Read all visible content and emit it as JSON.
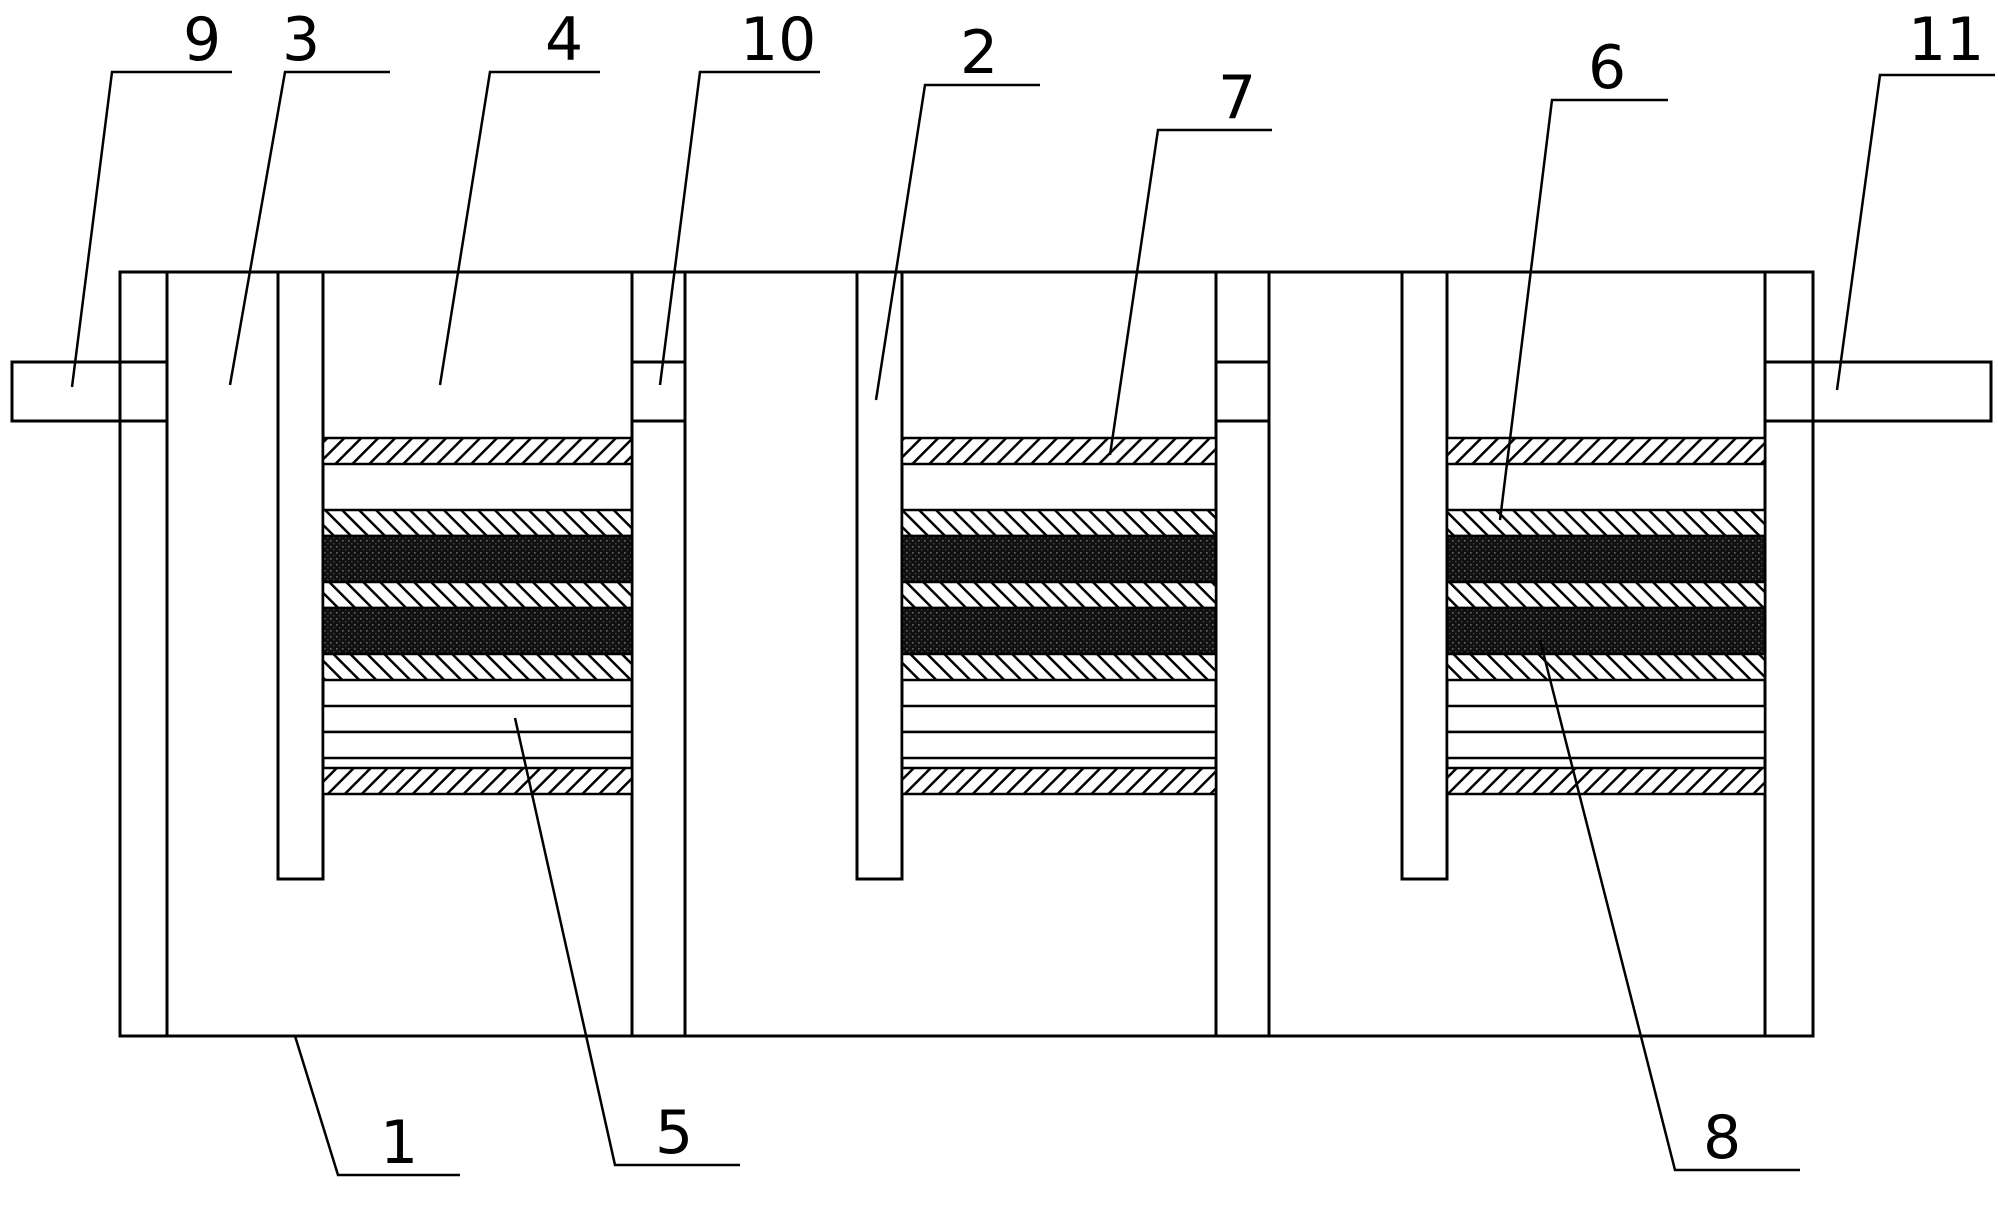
{
  "labels": {
    "l1": "1",
    "l2": "2",
    "l3": "3",
    "l4": "4",
    "l5": "5",
    "l6": "6",
    "l7": "7",
    "l8": "8",
    "l9": "9",
    "l10": "10",
    "l11": "11"
  },
  "colors": {
    "line": "#000000",
    "background": "#ffffff",
    "dense_layer": "#111111"
  }
}
